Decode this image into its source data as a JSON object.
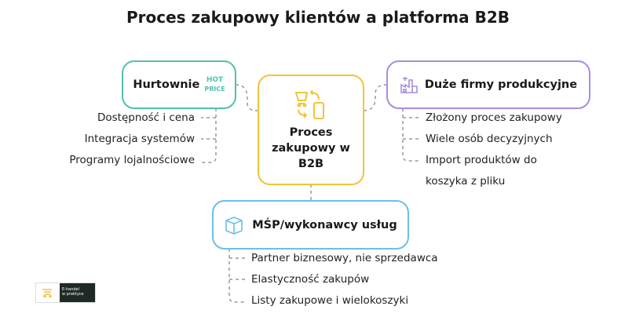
{
  "title": "Proces zakupowy klientów a platforma B2B",
  "center": {
    "label_lines": [
      "Proces",
      "zakupowy w",
      "B2B"
    ],
    "icon": "cart-phone-exchange-icon",
    "color": "#f0c43a"
  },
  "wholesalers": {
    "label": "Hurtownie",
    "badge_line1": "HOT",
    "badge_line2": "PRICE",
    "color": "#52c1ad",
    "items": [
      "Dostępność i cena",
      "Integracja systemów",
      "Programy lojalnościowe"
    ]
  },
  "manufacturers": {
    "label": "Duże firmy produkcyjne",
    "icon": "factory-icon",
    "color": "#a98ce0",
    "items": [
      "Złożony proces zakupowy",
      "Wiele osób decyzyjnych",
      "Import produktów do",
      "koszyka z pliku"
    ]
  },
  "smb": {
    "label": "MŚP/wykonawcy usług",
    "icon": "box-icon",
    "color": "#6cbfe6",
    "items": [
      "Partner biznesowy, nie sprzedawca",
      "Elastyczność zakupów",
      "Listy zakupowe i wielokoszyki"
    ]
  },
  "logo": {
    "line1": "E-handel",
    "line2": "w praktyce"
  }
}
